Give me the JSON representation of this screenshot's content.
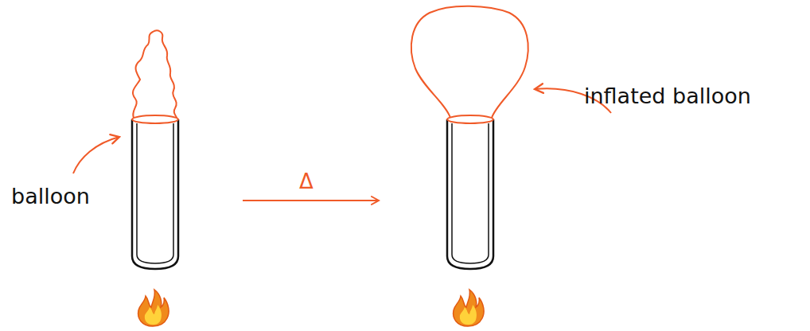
{
  "diagram": {
    "labels": [
      "balloon",
      "Δ",
      "inflated balloon"
    ]
  }
}
